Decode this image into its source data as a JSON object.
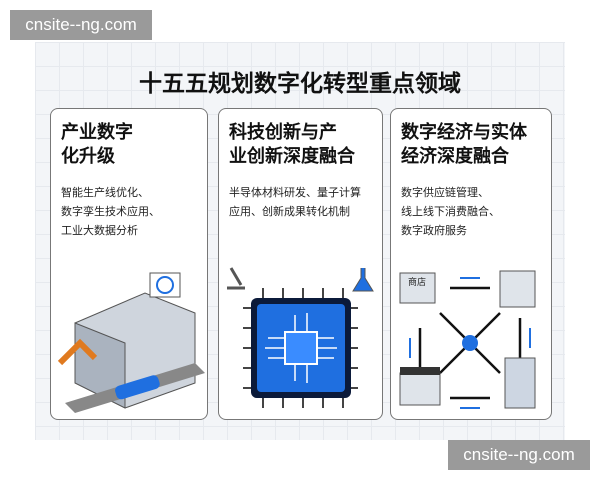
{
  "watermark": {
    "top": "cnsite--ng.com",
    "bottom": "cnsite--ng.com"
  },
  "title": "十五五规划数字化转型重点领域",
  "cards": [
    {
      "heading_line1": "产业数字",
      "heading_line2": "化升级",
      "body_lines": [
        "智能生产线优化、",
        "数字孪生技术应用、",
        "工业大数据分析"
      ],
      "icon": "smart-factory-icon"
    },
    {
      "heading_line1": "科技创新与产",
      "heading_line2": "业创新深度融合",
      "body_lines": [
        "半导体材料研发、量子计算",
        "应用、创新成果转化机制"
      ],
      "icon": "chip-icon"
    },
    {
      "heading_line1": "数字经济与实体",
      "heading_line2": "经济深度融合",
      "body_lines": [
        "数字供应链管理、",
        "线上线下消费融合、",
        "数字政府服务"
      ],
      "icon": "network-cycle-icon",
      "shop_sign": "商店"
    }
  ],
  "colors": {
    "accent": "#1f6fe0",
    "chip": "#0b1a3a"
  }
}
